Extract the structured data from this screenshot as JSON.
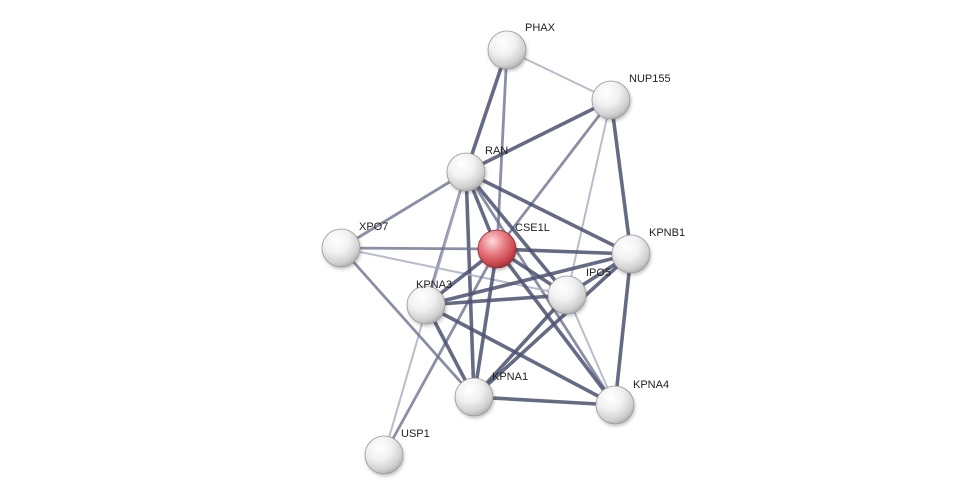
{
  "network": {
    "colors": {
      "edge_strong": "#4b5170",
      "edge_medium": "#6d7390",
      "edge_weak": "#a7abbf",
      "node_default": "#d7d7d7",
      "node_query": "#d9545a",
      "label": "#222222"
    },
    "nodes": [
      {
        "id": "PHAX",
        "label": "PHAX",
        "role": "default"
      },
      {
        "id": "NUP155",
        "label": "NUP155",
        "role": "default"
      },
      {
        "id": "RAN",
        "label": "RAN",
        "role": "default"
      },
      {
        "id": "XPO7",
        "label": "XPO7",
        "role": "default"
      },
      {
        "id": "CSE1L",
        "label": "CSE1L",
        "role": "query"
      },
      {
        "id": "KPNB1",
        "label": "KPNB1",
        "role": "default"
      },
      {
        "id": "KPNA3",
        "label": "KPNA3",
        "role": "default"
      },
      {
        "id": "IPO5",
        "label": "IPO5",
        "role": "default"
      },
      {
        "id": "KPNA1",
        "label": "KPNA1",
        "role": "default"
      },
      {
        "id": "KPNA4",
        "label": "KPNA4",
        "role": "default"
      },
      {
        "id": "USP1",
        "label": "USP1",
        "role": "default"
      }
    ],
    "edges": [
      {
        "source": "PHAX",
        "target": "RAN",
        "strength": "strong"
      },
      {
        "source": "PHAX",
        "target": "NUP155",
        "strength": "weak"
      },
      {
        "source": "PHAX",
        "target": "CSE1L",
        "strength": "medium"
      },
      {
        "source": "NUP155",
        "target": "RAN",
        "strength": "strong"
      },
      {
        "source": "NUP155",
        "target": "CSE1L",
        "strength": "medium"
      },
      {
        "source": "NUP155",
        "target": "KPNB1",
        "strength": "strong"
      },
      {
        "source": "NUP155",
        "target": "IPO5",
        "strength": "weak"
      },
      {
        "source": "RAN",
        "target": "XPO7",
        "strength": "medium"
      },
      {
        "source": "RAN",
        "target": "CSE1L",
        "strength": "strong"
      },
      {
        "source": "RAN",
        "target": "KPNB1",
        "strength": "strong"
      },
      {
        "source": "RAN",
        "target": "KPNA3",
        "strength": "medium"
      },
      {
        "source": "RAN",
        "target": "KPNA1",
        "strength": "strong"
      },
      {
        "source": "RAN",
        "target": "IPO5",
        "strength": "strong"
      },
      {
        "source": "RAN",
        "target": "KPNA4",
        "strength": "medium"
      },
      {
        "source": "RAN",
        "target": "USP1",
        "strength": "weak"
      },
      {
        "source": "XPO7",
        "target": "CSE1L",
        "strength": "medium"
      },
      {
        "source": "XPO7",
        "target": "IPO5",
        "strength": "weak"
      },
      {
        "source": "XPO7",
        "target": "KPNA1",
        "strength": "medium"
      },
      {
        "source": "CSE1L",
        "target": "KPNB1",
        "strength": "strong"
      },
      {
        "source": "CSE1L",
        "target": "KPNA3",
        "strength": "strong"
      },
      {
        "source": "CSE1L",
        "target": "IPO5",
        "strength": "strong"
      },
      {
        "source": "CSE1L",
        "target": "KPNA1",
        "strength": "strong"
      },
      {
        "source": "CSE1L",
        "target": "KPNA4",
        "strength": "strong"
      },
      {
        "source": "CSE1L",
        "target": "USP1",
        "strength": "medium"
      },
      {
        "source": "KPNB1",
        "target": "KPNA3",
        "strength": "strong"
      },
      {
        "source": "KPNB1",
        "target": "IPO5",
        "strength": "strong"
      },
      {
        "source": "KPNB1",
        "target": "KPNA1",
        "strength": "strong"
      },
      {
        "source": "KPNB1",
        "target": "KPNA4",
        "strength": "strong"
      },
      {
        "source": "KPNA3",
        "target": "IPO5",
        "strength": "strong"
      },
      {
        "source": "KPNA3",
        "target": "KPNA1",
        "strength": "strong"
      },
      {
        "source": "KPNA3",
        "target": "KPNA4",
        "strength": "strong"
      },
      {
        "source": "IPO5",
        "target": "KPNA1",
        "strength": "strong"
      },
      {
        "source": "IPO5",
        "target": "KPNA4",
        "strength": "weak"
      },
      {
        "source": "KPNA1",
        "target": "KPNA4",
        "strength": "strong"
      }
    ]
  }
}
